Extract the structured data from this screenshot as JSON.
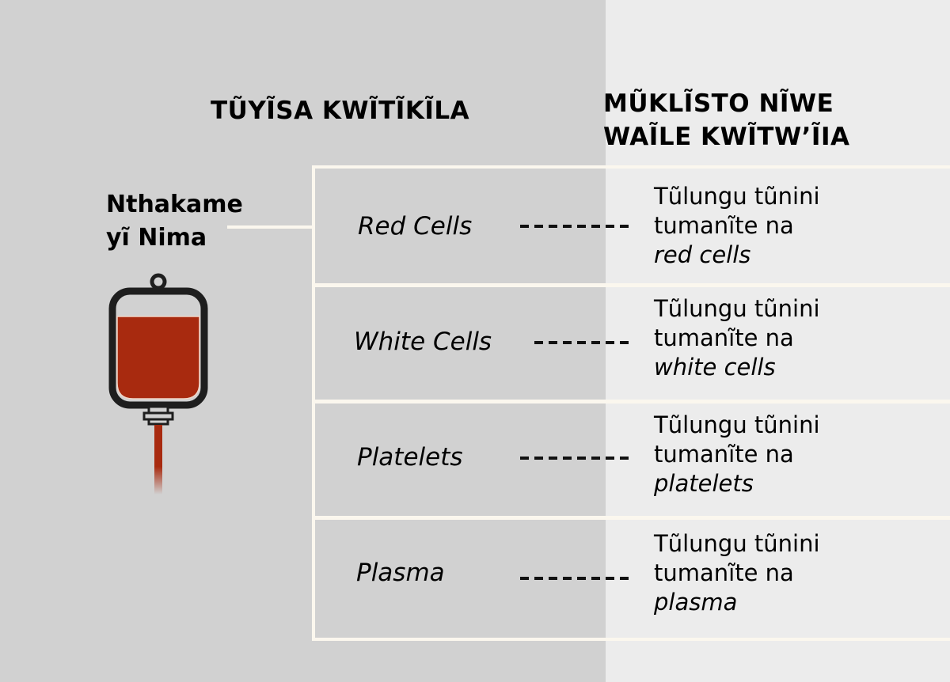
{
  "headings": {
    "left": "TŨYĨSA KWĨTĨKĨLA",
    "right": "MŨKLĨSTO NĨWE\nWAĨLE KWĨTW’ĨIA"
  },
  "source": {
    "label": "Nthakame\nyĩ Nima",
    "icon": "blood-bag-icon"
  },
  "colors": {
    "left_panel": "#d1d1d1",
    "right_panel": "#ececec",
    "bracket": "#fbf7ee",
    "blood": "#a82a0f",
    "bag_outline": "#1e1e1e"
  },
  "components": [
    {
      "name": "Red Cells",
      "desc_line1": "Tũlungu tũnini",
      "desc_line2": "tumanĩte na",
      "desc_line3": "red cells"
    },
    {
      "name": "White Cells",
      "desc_line1": "Tũlungu tũnini",
      "desc_line2": "tumanĩte na",
      "desc_line3": "white cells"
    },
    {
      "name": "Platelets",
      "desc_line1": "Tũlungu tũnini",
      "desc_line2": "tumanĩte na",
      "desc_line3": "platelets"
    },
    {
      "name": "Plasma",
      "desc_line1": "Tũlungu tũnini",
      "desc_line2": "tumanĩte na",
      "desc_line3": "plasma"
    }
  ]
}
